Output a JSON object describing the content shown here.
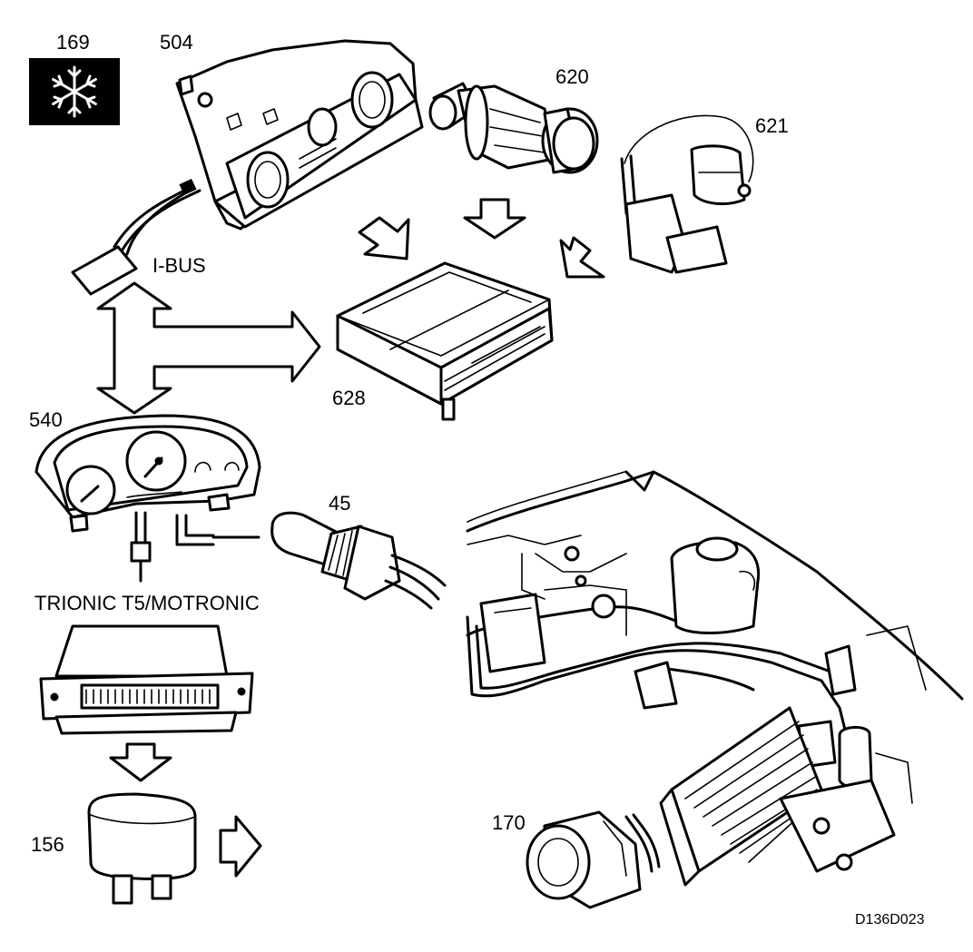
{
  "labels": {
    "ac_symbol": "169",
    "control_panel": "504",
    "pressure_switch": "620",
    "sensor_621": "621",
    "ibus": "I-BUS",
    "acc_module": "628",
    "instrument_cluster": "540",
    "temp_sensor": "45",
    "engine_ecu": "TRIONIC T5/MOTRONIC",
    "relay": "156",
    "compressor": "170",
    "diagram_code": "D136D023"
  },
  "icons": {
    "ac_symbol": "snowflake-icon"
  }
}
